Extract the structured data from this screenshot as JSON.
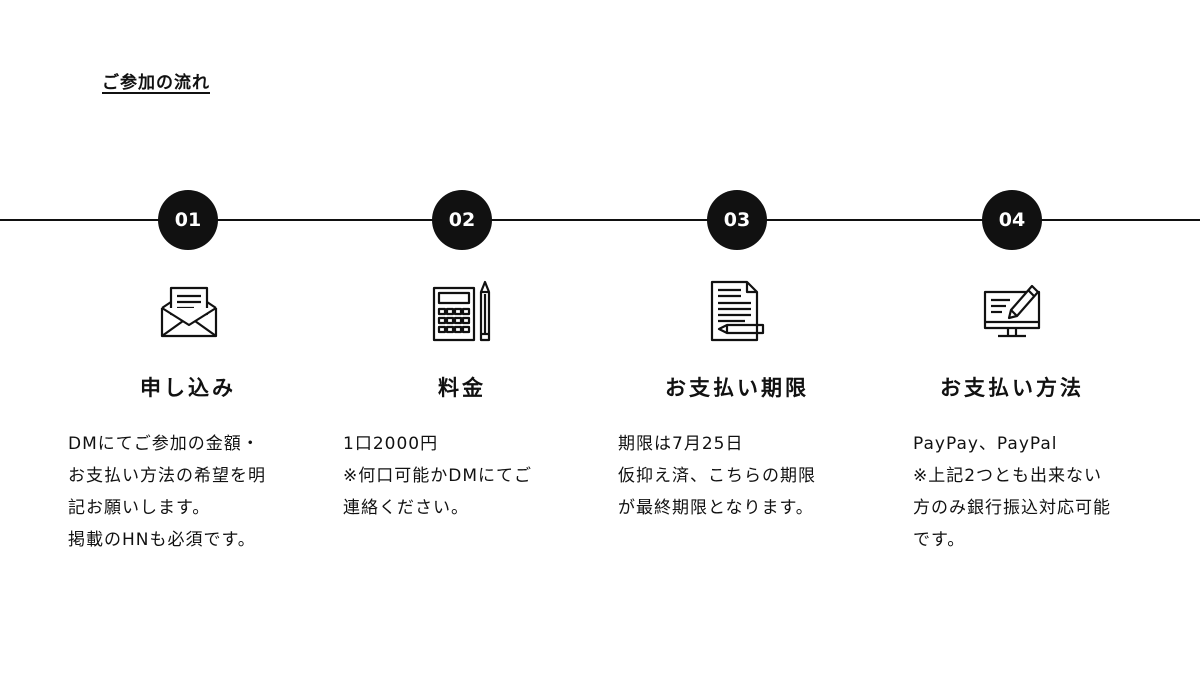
{
  "heading": "ご参加の流れ",
  "steps": [
    {
      "number": "01",
      "icon": "envelope-icon",
      "title": "申し込み",
      "lines": [
        "DMにてご参加の金額・",
        "お支払い方法の希望を明",
        "記お願いします。",
        "掲載のHNも必須です。"
      ]
    },
    {
      "number": "02",
      "icon": "calculator-icon",
      "title": "料金",
      "lines": [
        "1口2000円",
        "※何口可能かDMにてご",
        "連絡ください。"
      ]
    },
    {
      "number": "03",
      "icon": "document-pen-icon",
      "title": "お支払い期限",
      "lines": [
        "期限は7月25日",
        "仮抑え済、こちらの期限",
        "が最終期限となります。"
      ]
    },
    {
      "number": "04",
      "icon": "monitor-edit-icon",
      "title": "お支払い方法",
      "lines": [
        "PayPay、PayPal",
        "※上記2つとも出来ない",
        "方のみ銀行振込対応可能",
        "です。"
      ]
    }
  ]
}
